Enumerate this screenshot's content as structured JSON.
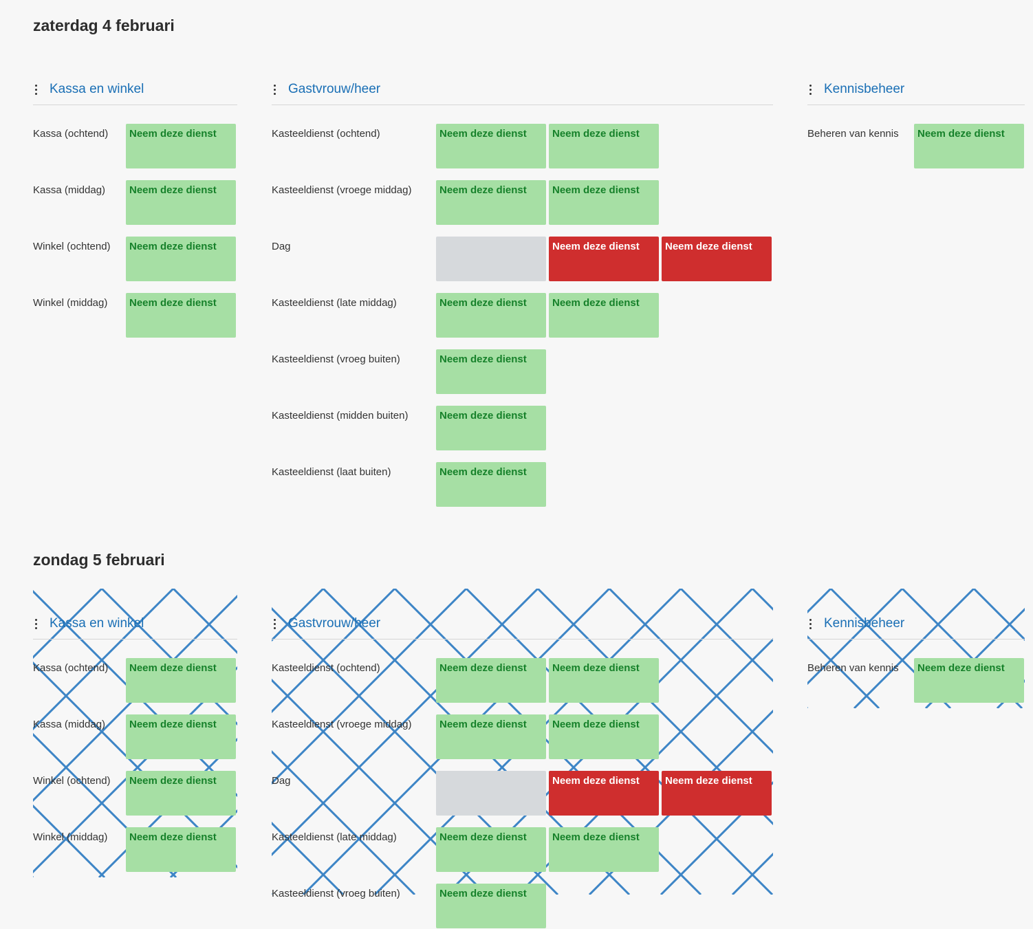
{
  "colors": {
    "open_slot_bg": "#a6dfa4",
    "open_slot_text": "#16812a",
    "taken_slot_bg": "#cf2e2e",
    "empty_slot_bg": "#d6d9dc",
    "group_title": "#1a6fb5",
    "pattern_stroke": "#3d85c6"
  },
  "days": [
    {
      "title": "zaterdag 4 februari",
      "groups": [
        {
          "title": "Kassa en winkel",
          "rows": [
            {
              "label": "Kassa (ochtend)",
              "slots": [
                {
                  "state": "open",
                  "label": "Neem deze dienst"
                }
              ]
            },
            {
              "label": "Kassa (middag)",
              "slots": [
                {
                  "state": "open",
                  "label": "Neem deze dienst"
                }
              ]
            },
            {
              "label": "Winkel (ochtend)",
              "slots": [
                {
                  "state": "open",
                  "label": "Neem deze dienst"
                }
              ]
            },
            {
              "label": "Winkel (middag)",
              "slots": [
                {
                  "state": "open",
                  "label": "Neem deze dienst"
                }
              ]
            }
          ]
        },
        {
          "title": "Gastvrouw/heer",
          "rows": [
            {
              "label": "Kasteeldienst (ochtend)",
              "slots": [
                {
                  "state": "open",
                  "label": "Neem deze dienst"
                },
                {
                  "state": "open",
                  "label": "Neem deze dienst"
                }
              ]
            },
            {
              "label": "Kasteeldienst (vroege middag)",
              "slots": [
                {
                  "state": "open",
                  "label": "Neem deze dienst"
                },
                {
                  "state": "open",
                  "label": "Neem deze dienst"
                }
              ]
            },
            {
              "label": "Dag",
              "slots": [
                {
                  "state": "empty",
                  "label": ""
                },
                {
                  "state": "taken",
                  "label": "Neem deze dienst"
                },
                {
                  "state": "taken",
                  "label": "Neem deze dienst"
                }
              ]
            },
            {
              "label": "Kasteeldienst (late middag)",
              "slots": [
                {
                  "state": "open",
                  "label": "Neem deze dienst"
                },
                {
                  "state": "open",
                  "label": "Neem deze dienst"
                }
              ]
            },
            {
              "label": "Kasteeldienst (vroeg buiten)",
              "slots": [
                {
                  "state": "open",
                  "label": "Neem deze dienst"
                }
              ]
            },
            {
              "label": "Kasteeldienst (midden buiten)",
              "slots": [
                {
                  "state": "open",
                  "label": "Neem deze dienst"
                }
              ]
            },
            {
              "label": "Kasteeldienst (laat buiten)",
              "slots": [
                {
                  "state": "open",
                  "label": "Neem deze dienst"
                }
              ]
            }
          ]
        },
        {
          "title": "Kennisbeheer",
          "rows": [
            {
              "label": "Beheren van kennis",
              "slots": [
                {
                  "state": "open",
                  "label": "Neem deze dienst"
                }
              ]
            }
          ]
        }
      ]
    },
    {
      "title": "zondag 5 februari",
      "pattern": "diagonal-crosshatch",
      "groups": [
        {
          "title": "Kassa en winkel",
          "rows": [
            {
              "label": "Kassa (ochtend)",
              "slots": [
                {
                  "state": "open",
                  "label": "Neem deze dienst"
                }
              ]
            },
            {
              "label": "Kassa (middag)",
              "slots": [
                {
                  "state": "open",
                  "label": "Neem deze dienst"
                }
              ]
            },
            {
              "label": "Winkel (ochtend)",
              "slots": [
                {
                  "state": "open",
                  "label": "Neem deze dienst"
                }
              ]
            },
            {
              "label": "Winkel (middag)",
              "slots": [
                {
                  "state": "open",
                  "label": "Neem deze dienst"
                }
              ]
            }
          ]
        },
        {
          "title": "Gastvrouw/heer",
          "rows": [
            {
              "label": "Kasteeldienst (ochtend)",
              "slots": [
                {
                  "state": "open",
                  "label": "Neem deze dienst"
                },
                {
                  "state": "open",
                  "label": "Neem deze dienst"
                }
              ]
            },
            {
              "label": "Kasteeldienst (vroege middag)",
              "slots": [
                {
                  "state": "open",
                  "label": "Neem deze dienst"
                },
                {
                  "state": "open",
                  "label": "Neem deze dienst"
                }
              ]
            },
            {
              "label": "Dag",
              "slots": [
                {
                  "state": "empty",
                  "label": ""
                },
                {
                  "state": "taken",
                  "label": "Neem deze dienst"
                },
                {
                  "state": "taken",
                  "label": "Neem deze dienst"
                }
              ]
            },
            {
              "label": "Kasteeldienst (late middag)",
              "slots": [
                {
                  "state": "open",
                  "label": "Neem deze dienst"
                },
                {
                  "state": "open",
                  "label": "Neem deze dienst"
                }
              ]
            },
            {
              "label": "Kasteeldienst (vroeg buiten)",
              "slots": [
                {
                  "state": "open",
                  "label": "Neem deze dienst"
                }
              ]
            }
          ]
        },
        {
          "title": "Kennisbeheer",
          "rows": [
            {
              "label": "Beheren van kennis",
              "slots": [
                {
                  "state": "open",
                  "label": "Neem deze dienst"
                }
              ]
            }
          ]
        }
      ]
    }
  ]
}
